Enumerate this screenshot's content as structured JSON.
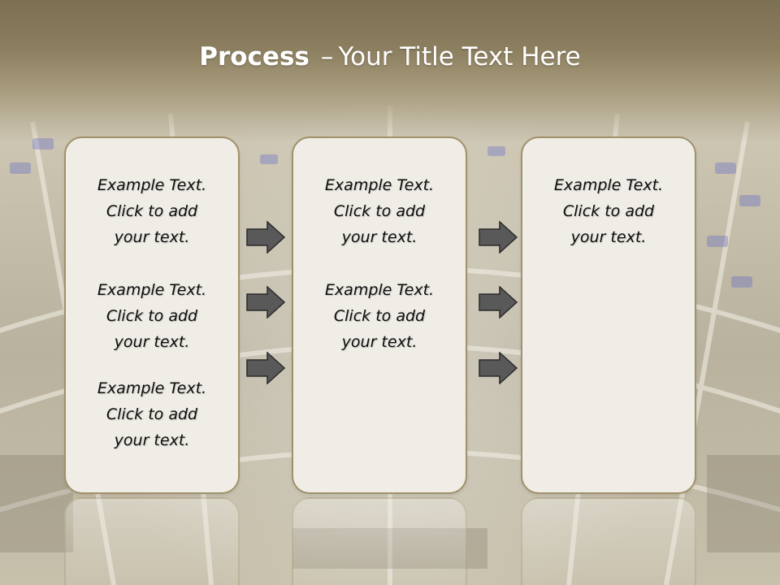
{
  "slide": {
    "title_bold": "Process",
    "title_dash": "–",
    "title_rest": "Your Title Text Here"
  },
  "columns": [
    {
      "blocks": [
        {
          "line1": "Example Text.",
          "line2": "Click  to add",
          "line3": "your text."
        },
        {
          "line1": "Example Text.",
          "line2": "Click  to add",
          "line3": "your text."
        },
        {
          "line1": "Example Text.",
          "line2": "Click  to add",
          "line3": "your text."
        }
      ]
    },
    {
      "blocks": [
        {
          "line1": "Example Text.",
          "line2": "Click  to add",
          "line3": "your text."
        },
        {
          "line1": "Example Text.",
          "line2": "Click  to add",
          "line3": "your text."
        }
      ]
    },
    {
      "blocks": [
        {
          "line1": "Example Text.",
          "line2": "Click  to add",
          "line3": "your text."
        }
      ]
    }
  ],
  "colors": {
    "header": "#8c7f60",
    "card_fill": "#efede6",
    "card_border": "#a0916a",
    "arrow_fill": "#595959",
    "arrow_stroke": "#2b2b2b"
  },
  "icons": {
    "arrow": "right-arrow-icon"
  }
}
